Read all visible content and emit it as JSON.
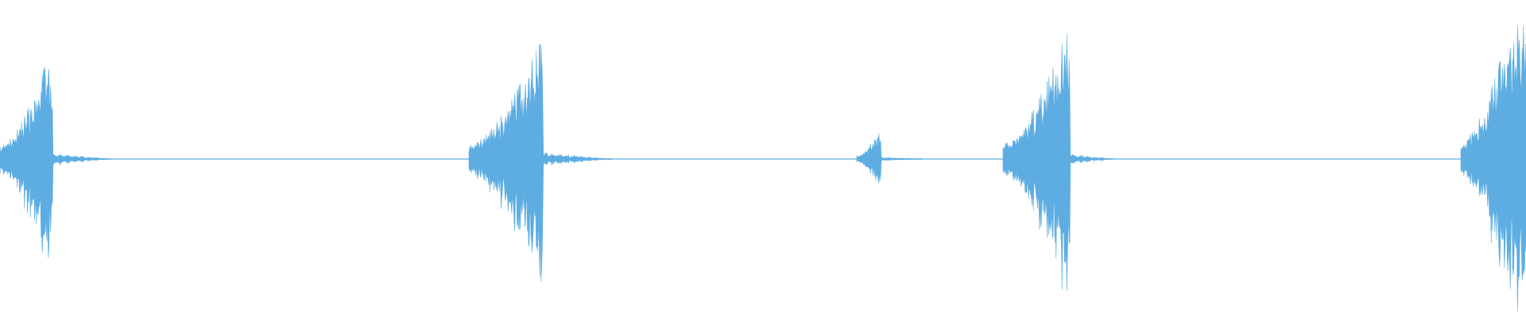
{
  "waveform": {
    "color": "#5DADE2",
    "background": "#FFFFFF",
    "baseline_visible": true,
    "bursts": [
      {
        "peak_amplitude": 0.66
      },
      {
        "peak_amplitude": 0.72
      },
      {
        "peak_amplitude": 0.16
      },
      {
        "peak_amplitude": 0.79
      },
      {
        "peak_amplitude": 0.84
      }
    ]
  }
}
